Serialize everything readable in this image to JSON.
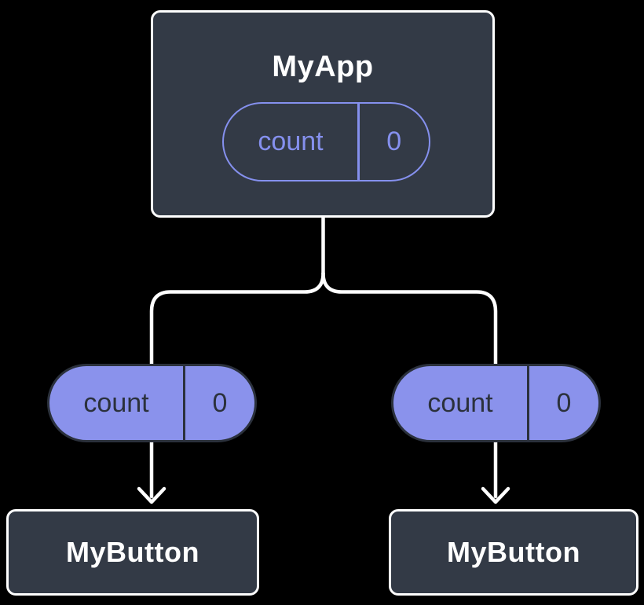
{
  "tree": {
    "root": {
      "label": "MyApp",
      "state": {
        "name": "count",
        "value": "0"
      }
    },
    "edges": [
      {
        "pill": {
          "name": "count",
          "value": "0"
        },
        "child": {
          "label": "MyButton"
        }
      },
      {
        "pill": {
          "name": "count",
          "value": "0"
        },
        "child": {
          "label": "MyButton"
        }
      }
    ]
  },
  "colors": {
    "background": "#000000",
    "node_fill": "#333a46",
    "node_border": "#ffffff",
    "node_text": "#ffffff",
    "outline_pill_accent": "#8590ee",
    "solid_pill_fill": "#8a92ec",
    "solid_pill_text": "#2b313c",
    "connector": "#ffffff"
  }
}
